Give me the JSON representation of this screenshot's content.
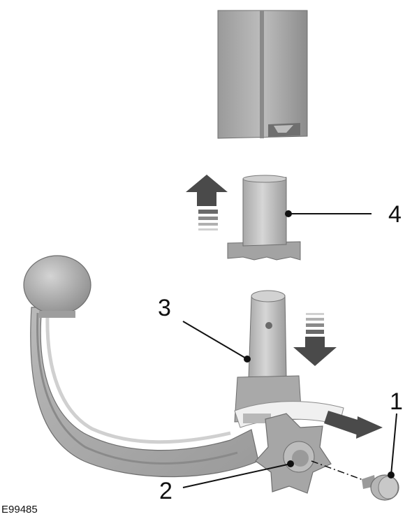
{
  "callouts": {
    "one": "1",
    "two": "2",
    "three": "3",
    "four": "4"
  },
  "reference_code": "E99485",
  "colors": {
    "metal_light": "#c9c9c9",
    "metal_mid": "#a6a6a6",
    "metal_dark": "#7a7a7a",
    "arrow": "#4a4a4a",
    "arrow_stripe": "#8a8a8a",
    "leader": "#111111"
  }
}
